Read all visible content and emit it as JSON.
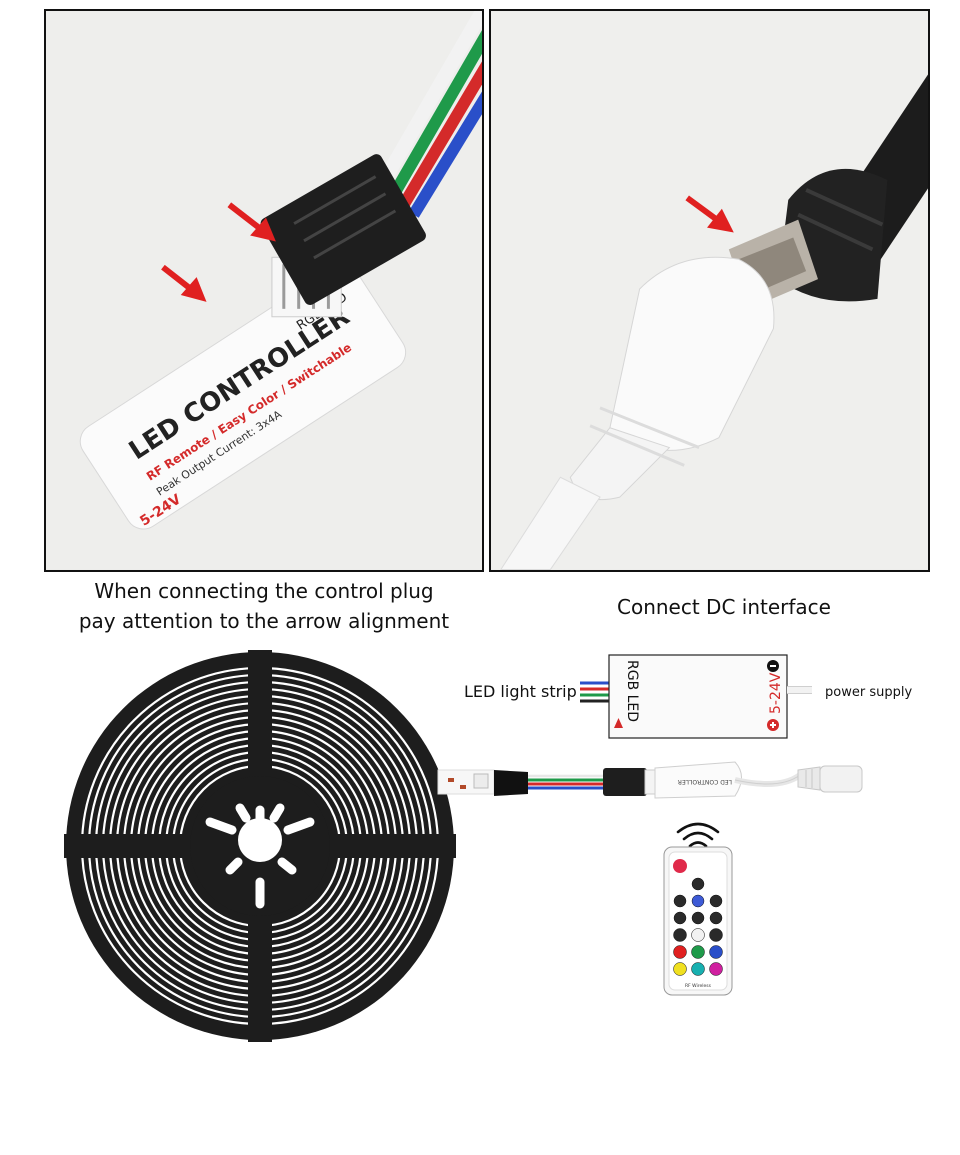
{
  "photos": {
    "left": {
      "controller_title": "LED CONTROLLER",
      "controller_subtitle": "RF Remote / Easy Color / Switchable",
      "controller_spec": "Peak Output Current: 3x4A",
      "controller_rgb": "RGB LED",
      "controller_voltage": "5-24V"
    }
  },
  "captions": {
    "left_line1": "When connecting the control plug",
    "left_line2": "pay attention to the arrow alignment",
    "right": "Connect DC interface"
  },
  "diagram": {
    "strip_label": "LED light strip",
    "power_label": "power supply",
    "box_rgb": "RGB LED",
    "box_voltage": "5-24V",
    "box_small_title": "LED CONTROLLER",
    "remote_brand": "RF Wireless"
  },
  "colors": {
    "arrow": "#e02020",
    "wire_white": "#f4f4f4",
    "wire_green": "#1f9a4a",
    "wire_red": "#d42a2a",
    "wire_blue": "#2a4fc9",
    "reel": "#1d1d1d"
  }
}
